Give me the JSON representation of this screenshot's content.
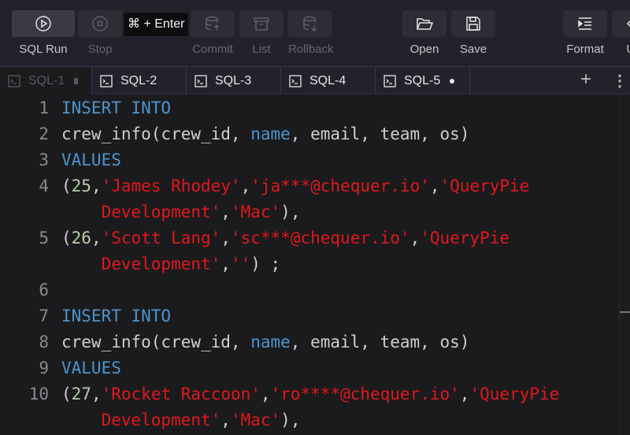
{
  "toolbar": {
    "buttons": [
      {
        "label": "SQL Run",
        "icon": "play-circle-icon",
        "state": "hover"
      },
      {
        "label": "Stop",
        "icon": "stop-circle-icon",
        "state": "disabled"
      },
      {
        "label": "Commit",
        "icon": "database-upload-icon",
        "state": "disabled"
      },
      {
        "label": "List",
        "icon": "archive-box-icon",
        "state": "disabled"
      },
      {
        "label": "Rollback",
        "icon": "database-download-icon",
        "state": "disabled"
      },
      {
        "label": "Open",
        "icon": "folder-open-icon",
        "state": "enabled"
      },
      {
        "label": "Save",
        "icon": "floppy-disk-icon",
        "state": "enabled"
      },
      {
        "label": "Format",
        "icon": "indent-icon",
        "state": "enabled"
      },
      {
        "label": "Un",
        "icon": "undo-icon",
        "state": "enabled"
      }
    ]
  },
  "tooltip": {
    "text": "⌘ + Enter"
  },
  "tabs": [
    {
      "label": "SQL-1",
      "active": true,
      "modified": true
    },
    {
      "label": "SQL-2"
    },
    {
      "label": "SQL-3"
    },
    {
      "label": "SQL-4"
    },
    {
      "label": "SQL-5",
      "modified": true
    }
  ],
  "tab_actions": {
    "add": "+",
    "more": "⋮"
  },
  "colors": {
    "keyword": "#4e94ce",
    "string": "#e0181d",
    "number": "#b5cea8",
    "text": "#cfcfd2",
    "background": "#1b1b1d"
  },
  "editor": {
    "lines": [
      {
        "n": "1",
        "tokens": [
          [
            "kw",
            "INSERT INTO"
          ]
        ]
      },
      {
        "n": "2",
        "tokens": [
          [
            "t",
            "crew_info(crew_id, "
          ],
          [
            "kw",
            "name"
          ],
          [
            "t",
            ", email, team, os)"
          ]
        ]
      },
      {
        "n": "3",
        "tokens": [
          [
            "kw",
            "VALUES"
          ]
        ]
      },
      {
        "n": "4",
        "tokens": [
          [
            "t",
            "("
          ],
          [
            "num",
            "25"
          ],
          [
            "t",
            ","
          ],
          [
            "str",
            "'James Rhodey'"
          ],
          [
            "t",
            ","
          ],
          [
            "str",
            "'ja***@chequer.io'"
          ],
          [
            "t",
            ","
          ],
          [
            "str",
            "'QueryPie"
          ]
        ]
      },
      {
        "n": "",
        "tokens": [
          [
            "str",
            "    Development'"
          ],
          [
            "t",
            ","
          ],
          [
            "str",
            "'Mac'"
          ],
          [
            "t",
            "),"
          ]
        ]
      },
      {
        "n": "5",
        "tokens": [
          [
            "t",
            "("
          ],
          [
            "num",
            "26"
          ],
          [
            "t",
            ","
          ],
          [
            "str",
            "'Scott Lang'"
          ],
          [
            "t",
            ","
          ],
          [
            "str",
            "'sc***@chequer.io'"
          ],
          [
            "t",
            ","
          ],
          [
            "str",
            "'QueryPie"
          ]
        ]
      },
      {
        "n": "",
        "tokens": [
          [
            "str",
            "    Development'"
          ],
          [
            "t",
            ","
          ],
          [
            "str",
            "''"
          ],
          [
            "t",
            ") ;"
          ]
        ]
      },
      {
        "n": "6",
        "tokens": []
      },
      {
        "n": "7",
        "tokens": [
          [
            "kw",
            "INSERT INTO"
          ]
        ]
      },
      {
        "n": "8",
        "tokens": [
          [
            "t",
            "crew_info(crew_id, "
          ],
          [
            "kw",
            "name"
          ],
          [
            "t",
            ", email, team, os)"
          ]
        ]
      },
      {
        "n": "9",
        "tokens": [
          [
            "kw",
            "VALUES"
          ]
        ]
      },
      {
        "n": "10",
        "tokens": [
          [
            "t",
            "("
          ],
          [
            "num",
            "27"
          ],
          [
            "t",
            ","
          ],
          [
            "str",
            "'Rocket Raccoon'"
          ],
          [
            "t",
            ","
          ],
          [
            "str",
            "'ro****@chequer.io'"
          ],
          [
            "t",
            ","
          ],
          [
            "str",
            "'QueryPie"
          ]
        ]
      },
      {
        "n": "",
        "tokens": [
          [
            "str",
            "    Development'"
          ],
          [
            "t",
            ","
          ],
          [
            "str",
            "'Mac'"
          ],
          [
            "t",
            "),"
          ]
        ]
      }
    ]
  }
}
